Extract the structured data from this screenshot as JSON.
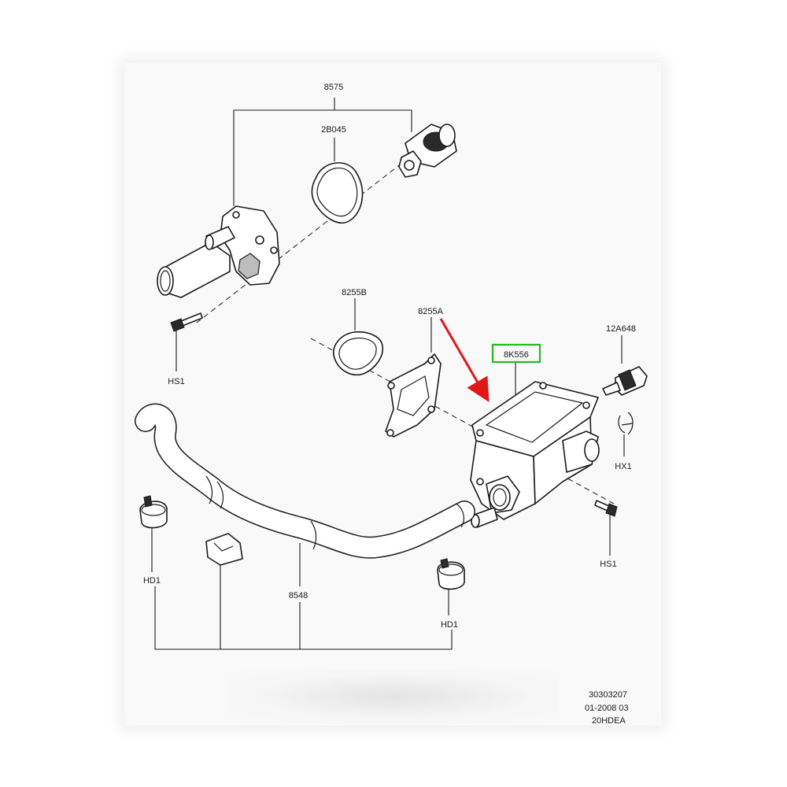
{
  "labels": {
    "p8575": "8575",
    "p2B045": "2B045",
    "p8255B": "8255B",
    "p8255A": "8255A",
    "p8K556": "8K556",
    "p12A648": "12A648",
    "hs1_top": "HS1",
    "hs1_bottom": "HS1",
    "hx1": "HX1",
    "hd1_left": "HD1",
    "hd1_right": "HD1",
    "p8548": "8548"
  },
  "footer": {
    "line1": "30303207",
    "line2": "01-2008 03",
    "line3": "20HDEA"
  },
  "colors": {
    "highlight_box": "#22bb22",
    "arrow": "#e01818",
    "line": "#1a1a1a"
  },
  "highlighted_part": "8K556"
}
